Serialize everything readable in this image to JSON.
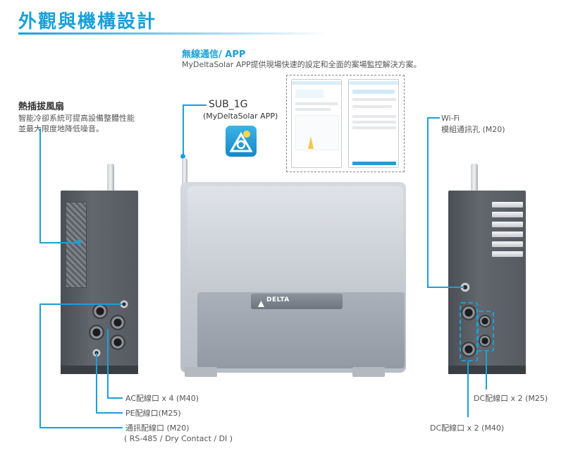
{
  "header": {
    "title": "外觀與機構設計"
  },
  "app_section": {
    "title": "無線通信/ APP",
    "desc": "MyDeltaSolar APP提供現場快速的設定和全面的案場監控解決方案。"
  },
  "fan_section": {
    "title": "熱插拔風扇",
    "line1": "智能冷卻系統可提高設備整體性能",
    "line2": "並最大限度地降低噪音。"
  },
  "sub1g": {
    "label": "SUB_1G",
    "app": "(MyDeltaSolar APP)"
  },
  "wifi": {
    "line1": "Wi-Fi",
    "line2": "模組通訊孔 (M20)"
  },
  "ports_left": {
    "ac": "AC配線口 x 4 (M40)",
    "pe": "PE配線口(M25)",
    "comm": "通訊配線口 (M20)",
    "comm_detail": "( RS-485 / Dry Contact / DI )"
  },
  "ports_right": {
    "dc_m25": "DC配線口 x 2 (M25)",
    "dc_m40": "DC配線口 x 2 (M40)"
  },
  "inverter": {
    "logo": "DELTA"
  },
  "colors": {
    "accent": "#1aa0d8",
    "text": "#555555",
    "body": "#5a5f66"
  },
  "icons": [
    "sub1g-app-icon",
    "delta-logo-icon"
  ]
}
